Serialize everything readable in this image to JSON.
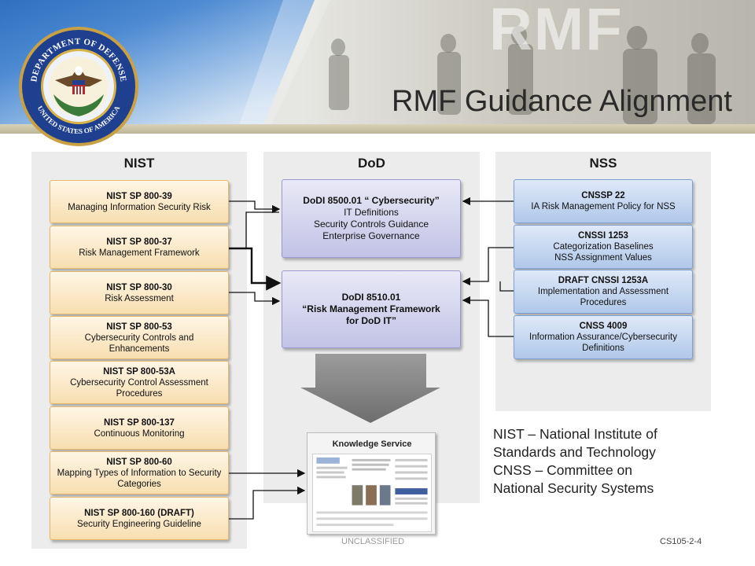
{
  "header": {
    "watermark": "RMF",
    "title": "RMF Guidance Alignment",
    "seal_text": {
      "top": "DEPARTMENT OF DEFENSE",
      "bottom": "UNITED STATES OF AMERICA"
    }
  },
  "columns": {
    "nist": "NIST",
    "dod": "DoD",
    "nss": "NSS"
  },
  "nist_boxes": [
    {
      "title": "NIST SP 800-39",
      "desc": [
        "Managing Information Security Risk"
      ]
    },
    {
      "title": "NIST SP 800-37",
      "desc": [
        "Risk Management Framework"
      ]
    },
    {
      "title": "NIST SP 800-30",
      "desc": [
        "Risk Assessment"
      ]
    },
    {
      "title": "NIST SP 800-53",
      "desc": [
        "Cybersecurity Controls and",
        "Enhancements"
      ]
    },
    {
      "title": "NIST SP 800-53A",
      "desc": [
        "Cybersecurity Control Assessment",
        "Procedures"
      ]
    },
    {
      "title": "NIST SP 800-137",
      "desc": [
        "Continuous Monitoring"
      ]
    },
    {
      "title": "NIST SP 800-60",
      "desc": [
        "Mapping Types of Information to Security",
        "Categories"
      ]
    },
    {
      "title": "NIST SP 800-160 (DRAFT)",
      "desc": [
        "Security Engineering Guideline"
      ]
    }
  ],
  "dod_boxes": [
    {
      "title": "DoDI 8500.01 “ Cybersecurity”",
      "desc": [
        "IT Definitions",
        "Security Controls Guidance",
        "Enterprise Governance"
      ]
    },
    {
      "title": "DoDI 8510.01",
      "desc": [
        "“Risk Management Framework",
        "for DoD IT”"
      ]
    }
  ],
  "nss_boxes": [
    {
      "title": "CNSSP  22",
      "desc": [
        "IA Risk Management Policy for NSS"
      ]
    },
    {
      "title": "CNSSI 1253",
      "desc": [
        "Categorization Baselines",
        "NSS Assignment Values"
      ]
    },
    {
      "title": "DRAFT CNSSI 1253A",
      "desc": [
        "Implementation and Assessment",
        "Procedures"
      ]
    },
    {
      "title": "CNSS 4009",
      "desc": [
        "Information Assurance/Cybersecurity",
        "Definitions"
      ]
    }
  ],
  "knowledge_service": {
    "title": "Knowledge Service"
  },
  "definitions": [
    "NIST – National Institute of",
    "Standards and Technology",
    "CNSS – Committee on",
    "National Security Systems"
  ],
  "footer": {
    "classification": "UNCLASSIFIED",
    "code": "CS105-2-4"
  },
  "colors": {
    "nist_fill": "#f7deb0",
    "dod_fill": "#c2c2e6",
    "nss_fill": "#b0c8ea",
    "column_bg": "#ececec",
    "seal_blue": "#1f3f8f",
    "seal_gold": "#d8b24a"
  }
}
